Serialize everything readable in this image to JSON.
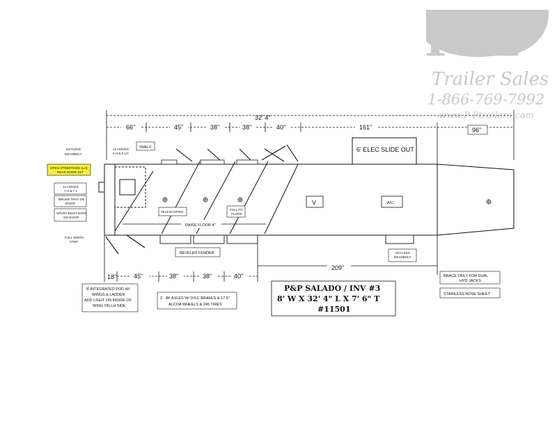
{
  "watermark": {
    "logo": "P&P",
    "name": "Trailer Sales",
    "phone": "1-866-769-7992",
    "website": "www.P-Ptrailers.com"
  },
  "dimensions": {
    "overall": "32' 4\"",
    "top": [
      "66\"",
      "45\"",
      "38\"",
      "38\"",
      "40\"",
      "161\"",
      "96\""
    ],
    "bottom": [
      "18\"",
      "45\"",
      "38\"",
      "38\"",
      "40\"",
      "209\""
    ]
  },
  "labels": {
    "keyless_deadbolt_left": [
      "KEYLESS",
      "DEADBOLT"
    ],
    "hooks_12": [
      "12 HOOKS",
      "6 H & 6 LO"
    ],
    "shelf": "SHELF",
    "open_streetside": [
      "OPEN STREETSIDE (LH)",
      "REAR DOOR 1ST"
    ],
    "hooks_14": [
      "14 HOOKS",
      "7 H & 7 L"
    ],
    "brush_tray": [
      "BRUSH TRAY ON",
      "DOOR"
    ],
    "spurt_boot_bars": [
      "SPURT BOOT BARS",
      "ON DOOR"
    ],
    "full_width_step": [
      "FULL WIDTH",
      "STEP"
    ],
    "elec_slide_out": "6' ELEC SLIDE OUT",
    "telescoping": "TELESCOPING",
    "full_to_floor": [
      "FULL TO",
      "FLOOR"
    ],
    "raise_floor": "RAISE FLOOR 4\"",
    "beveled_fender": "BEVELED FENDER",
    "v": "V",
    "ac": "A/C",
    "keyless_deadbolt_right": [
      "KEYLESS",
      "DEADBOLT"
    ],
    "integrated_pod": [
      "8' INTEGRATED POD W/",
      "WINGS & LADDER",
      "ADD LIGHT ON INSIDE OF",
      "WING ON LH SIDE"
    ],
    "axles": [
      "2 - 8K AXLES W/ DISC BRAKES & 17.5\"",
      "ALCOA WHEELS & 245 TIRES"
    ],
    "title": [
      "P&P SALADO / INV #3",
      "8' W X 32' 4\" L X 7' 6\" T",
      "#11501"
    ],
    "brace": [
      "BRACE ONLY FOR DUAL",
      "HYD JACKS"
    ],
    "stainless_nose": "STAINLESS NOSE SHEET"
  },
  "colors": {
    "highlight": "#f5ef3a",
    "watermark": "#c9c9c9",
    "line": "#111111"
  }
}
